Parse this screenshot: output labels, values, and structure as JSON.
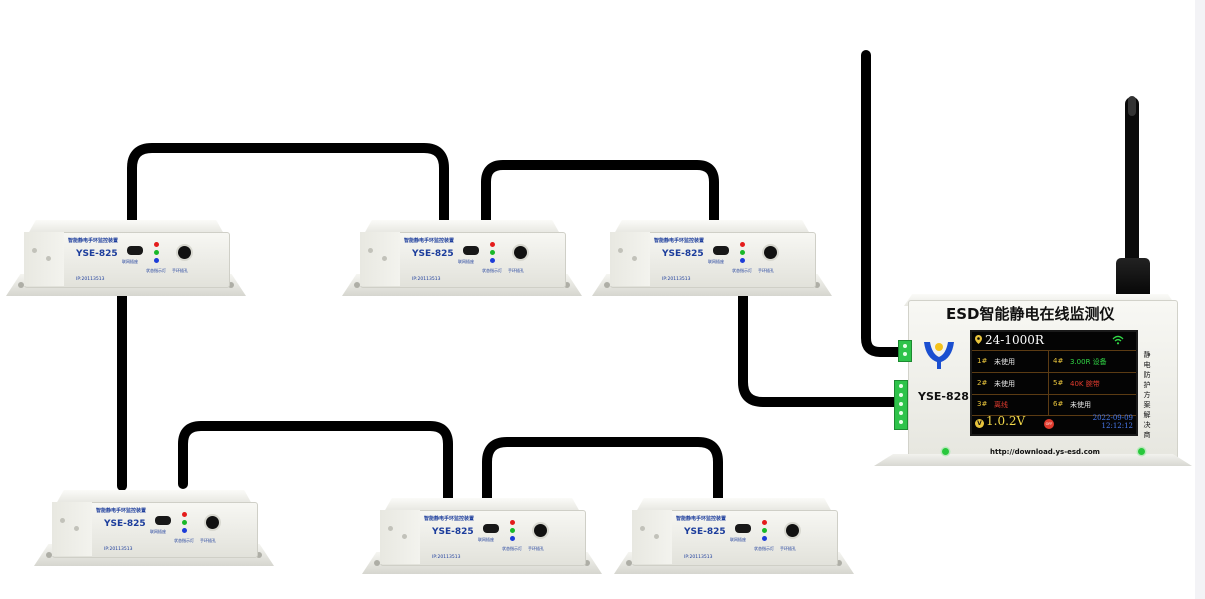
{
  "colors": {
    "cable": "#000000",
    "label_blue": "#1c3d9c",
    "terminal_green": "#2ec34a",
    "screen_bg": "#040404",
    "value_green": "#31d946",
    "alarm_red": "#e13b2e",
    "value_yellow": "#f2d84a",
    "date_blue": "#4a7cf2"
  },
  "icons": [
    "location-pin-icon",
    "wifi-icon",
    "voltage-icon",
    "power-off-icon",
    "brand-logo"
  ],
  "modules": [
    {
      "title": "智能静电手环监控装置",
      "model": "YSE-825",
      "ip": "IP:20113513",
      "port_label": "联网插座",
      "led_label": "状态指示灯",
      "jack_label": "手环插孔"
    },
    {
      "title": "智能静电手环监控装置",
      "model": "YSE-825",
      "ip": "IP:20113513",
      "port_label": "联网插座",
      "led_label": "状态指示灯",
      "jack_label": "手环插孔"
    },
    {
      "title": "智能静电手环监控装置",
      "model": "YSE-825",
      "ip": "IP:20113513",
      "port_label": "联网插座",
      "led_label": "状态指示灯",
      "jack_label": "手环插孔"
    },
    {
      "title": "智能静电手环监控装置",
      "model": "YSE-825",
      "ip": "IP:20113513",
      "port_label": "联网插座",
      "led_label": "状态指示灯",
      "jack_label": "手环插孔"
    },
    {
      "title": "智能静电手环监控装置",
      "model": "YSE-825",
      "ip": "IP:20113513",
      "port_label": "联网插座",
      "led_label": "状态指示灯",
      "jack_label": "手环插孔"
    },
    {
      "title": "智能静电手环监控装置",
      "model": "YSE-825",
      "ip": "IP:20113513",
      "port_label": "联网插座",
      "led_label": "状态指示灯",
      "jack_label": "手环插孔"
    }
  ],
  "monitor": {
    "title": "ESD智能静电在线监测仪",
    "model": "YSE-828",
    "url": "http://download.ys-esd.com",
    "side_text": "静电防护方案解决商",
    "screen": {
      "range": "24-1000R",
      "channels": [
        {
          "num": "1#",
          "text": "未使用"
        },
        {
          "num": "2#",
          "text": "未使用"
        },
        {
          "num": "3#",
          "text": "离线"
        },
        {
          "num": "4#",
          "text": "3.00R 设备"
        },
        {
          "num": "5#",
          "text": "40K 腕带"
        },
        {
          "num": "6#",
          "text": "未使用"
        }
      ],
      "voltage": "1.0.2V",
      "off_label": "OFF",
      "date": "2022-09-09",
      "time": "12:12:12"
    }
  }
}
